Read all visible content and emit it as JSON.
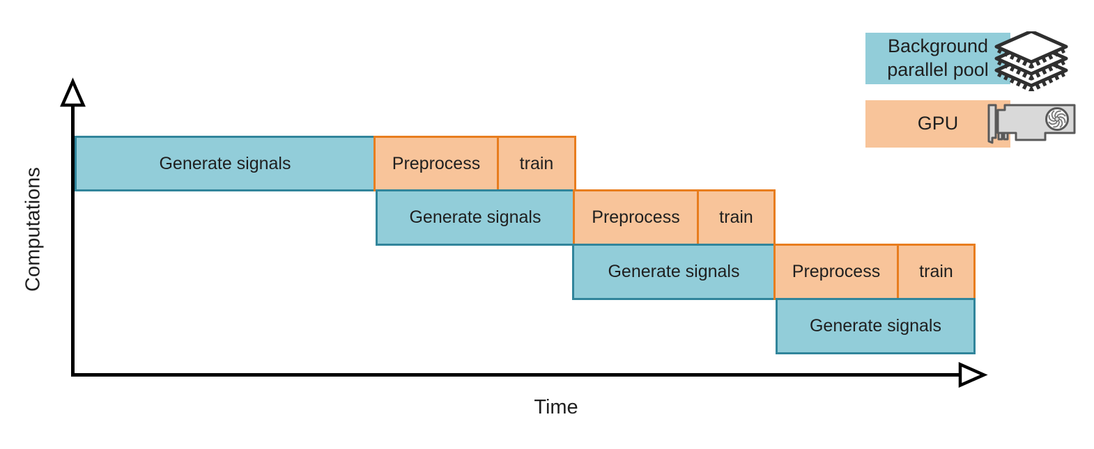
{
  "colors": {
    "pool_fill": "#92cdd9",
    "pool_border": "#31859b",
    "gpu_fill": "#f8c49a",
    "gpu_border": "#e87d1e",
    "axis": "#000000",
    "text": "#1f1f1f"
  },
  "legend": {
    "items": [
      {
        "label": "Background parallel pool",
        "icon": "chip-stack-icon",
        "color": "#92cdd9"
      },
      {
        "label": "GPU",
        "icon": "gpu-card-icon",
        "color": "#f8c49a"
      }
    ]
  },
  "diagram": {
    "type": "pipelined-gantt",
    "x_axis_label": "Time",
    "y_axis_label": "Computations",
    "rows": [
      {
        "tasks": [
          {
            "label": "Generate signals",
            "resource": "Background parallel pool"
          },
          {
            "label": "Preprocess",
            "resource": "GPU"
          },
          {
            "label": "train",
            "resource": "GPU"
          }
        ]
      },
      {
        "tasks": [
          {
            "label": "Generate signals",
            "resource": "Background parallel pool"
          },
          {
            "label": "Preprocess",
            "resource": "GPU"
          },
          {
            "label": "train",
            "resource": "GPU"
          }
        ]
      },
      {
        "tasks": [
          {
            "label": "Generate signals",
            "resource": "Background parallel pool"
          },
          {
            "label": "Preprocess",
            "resource": "GPU"
          },
          {
            "label": "train",
            "resource": "GPU"
          }
        ]
      },
      {
        "tasks": [
          {
            "label": "Generate signals",
            "resource": "Background parallel pool"
          }
        ]
      }
    ]
  }
}
